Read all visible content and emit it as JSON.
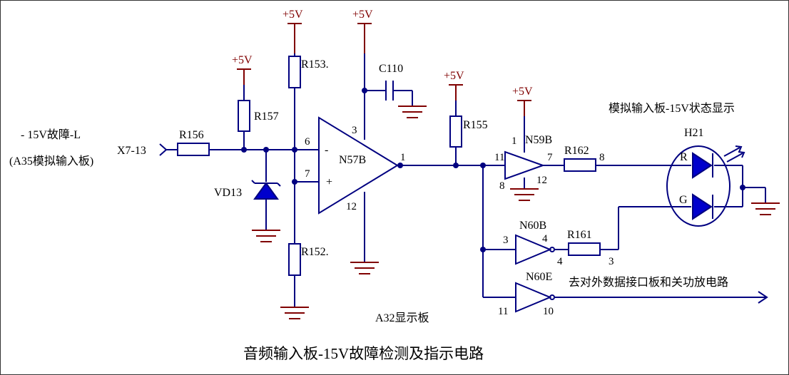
{
  "diagram": {
    "title": "音频输入板-15V故障检测及指示电路",
    "input_signal": "- 15V故障-L",
    "input_source": "(A35模拟输入板)",
    "connector": "X7-13",
    "board": "A32显示板",
    "output_dest": "去对外数据接口板和关功放电路",
    "indicator_label": "模拟输入板-15V状态显示",
    "power": "+5V",
    "components": {
      "R156": "R156",
      "R157": "R157",
      "R153": "R153.",
      "R152": "R152.",
      "C110": "C110",
      "R155": "R155",
      "R162": "R162",
      "R161": "R161",
      "VD13": "VD13",
      "N57B": "N57B",
      "N59B": "N59B",
      "N60B": "N60B",
      "N60E": "N60E",
      "H21": "H21",
      "LED_R": "R",
      "LED_G": "G"
    },
    "pins": {
      "n57_in_neg": "6",
      "n57_in_neg_sign": "-",
      "n57_in_pos": "7",
      "n57_in_pos_sign": "+",
      "n57_vcc": "3",
      "n57_gnd": "12",
      "n57_out": "1",
      "n59_vcc": "1",
      "n59_in": "11",
      "n59_out": "7",
      "n59_gnd": "8",
      "n59_pin12": "12",
      "r162_out": "8",
      "n60b_in": "3",
      "n60b_out": "4",
      "r161_in": "4",
      "r161_out": "3",
      "n60e_in": "11",
      "n60e_out": "10"
    }
  }
}
